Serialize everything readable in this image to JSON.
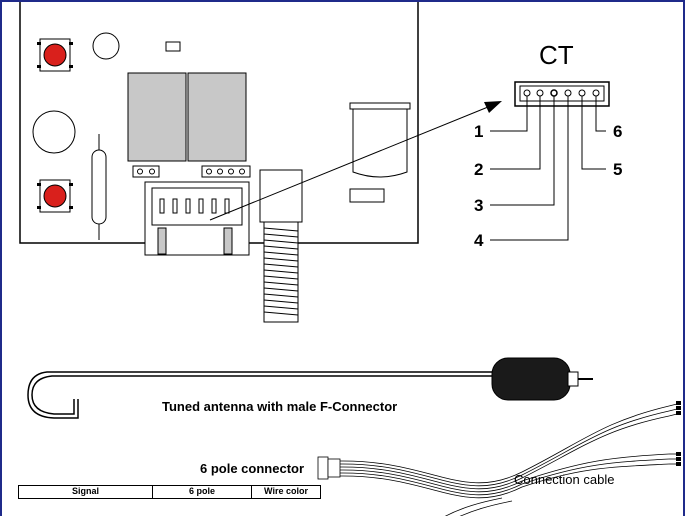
{
  "connector_title": "CT",
  "pins": [
    "1",
    "2",
    "3",
    "4",
    "5",
    "6"
  ],
  "labels": {
    "antenna": "Tuned antenna with male F-Connector",
    "six_pole": "6 pole connector",
    "cable": "Connection cable"
  },
  "table": {
    "headers": [
      "Signal",
      "6 pole",
      "Wire color"
    ]
  },
  "colors": {
    "border": "#1f2a8a",
    "button": "#d9201c",
    "relay": "#c8c8c8",
    "antenna_body": "#1a1a1a"
  }
}
